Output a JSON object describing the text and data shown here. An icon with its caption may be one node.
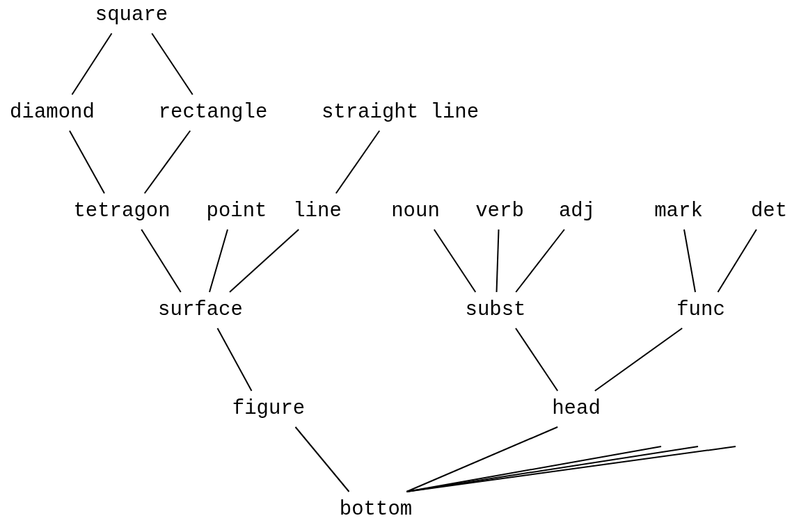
{
  "diagram": {
    "nodes": [
      {
        "text": [
          "square"
        ]
      },
      {
        "text": [
          "diamond"
        ]
      },
      {
        "text": [
          "rectangle"
        ]
      },
      {
        "text": [
          "straight line"
        ]
      },
      {
        "text": [
          "tetragon"
        ]
      },
      {
        "text": [
          "point"
        ]
      },
      {
        "text": [
          "line"
        ]
      },
      {
        "text": [
          "noun"
        ]
      },
      {
        "text": [
          "verb"
        ]
      },
      {
        "text": [
          "adj"
        ]
      },
      {
        "text": [
          "mark"
        ]
      },
      {
        "text": [
          "det"
        ]
      },
      {
        "text": [
          "surface"
        ]
      },
      {
        "text": [
          "subst"
        ]
      },
      {
        "text": [
          "func"
        ]
      },
      {
        "text": [
          "figure"
        ]
      },
      {
        "text": [
          "head"
        ]
      },
      {
        "text": [
          "bottom"
        ]
      }
    ],
    "edges": [
      {
        "from": 0,
        "to": 1,
        "arrow": "none"
      },
      {
        "from": 0,
        "to": 2,
        "arrow": "none"
      },
      {
        "from": 1,
        "to": 4,
        "arrow": "none"
      },
      {
        "from": 2,
        "to": 4,
        "arrow": "none"
      },
      {
        "from": 3,
        "to": 6,
        "arrow": "none"
      },
      {
        "from": 4,
        "to": 12,
        "arrow": "none"
      },
      {
        "from": 5,
        "to": 12,
        "arrow": "none"
      },
      {
        "from": 6,
        "to": 12,
        "arrow": "none"
      },
      {
        "from": 7,
        "to": 13,
        "arrow": "none"
      },
      {
        "from": 8,
        "to": 13,
        "arrow": "none"
      },
      {
        "from": 9,
        "to": 13,
        "arrow": "none"
      },
      {
        "from": 10,
        "to": 14,
        "arrow": "none"
      },
      {
        "from": 11,
        "to": 14,
        "arrow": "none"
      },
      {
        "from": 12,
        "to": 15,
        "arrow": "none"
      },
      {
        "from": 13,
        "to": 16,
        "arrow": "none"
      },
      {
        "from": 14,
        "to": 16,
        "arrow": "none"
      },
      {
        "from": 15,
        "to": 17,
        "arrow": "none"
      },
      {
        "from": 16,
        "to": 17,
        "arrow": "none"
      },
      {
        "from": 17,
        "to": null,
        "arrow": "none"
      },
      {
        "from": 17,
        "to": null,
        "arrow": "none"
      },
      {
        "from": 17,
        "to": null,
        "arrow": "none"
      }
    ]
  }
}
